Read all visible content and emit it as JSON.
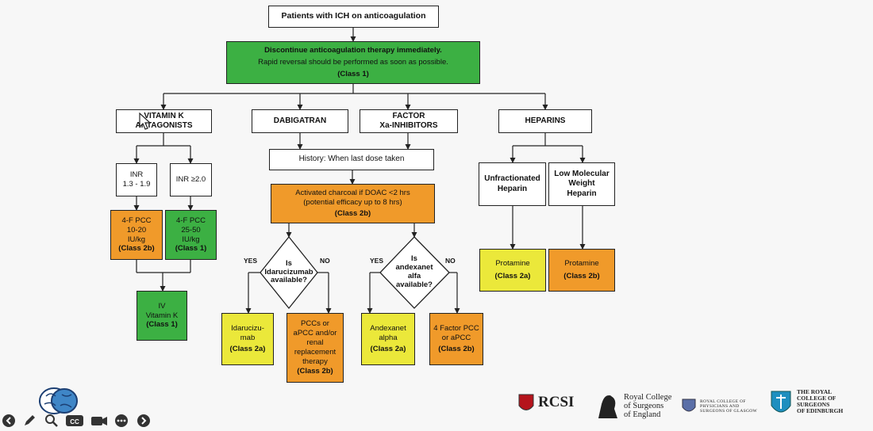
{
  "top": {
    "title": "Patients with ICH on anticoagulation"
  },
  "discontinue": {
    "line1": "Discontinue anticoagulation therapy immediately.",
    "line2": "Rapid reversal should be performed as soon as possible.",
    "cls": "(Class 1)"
  },
  "categories": {
    "vka": [
      "VITAMIN K",
      "ANTAGONISTS"
    ],
    "dabigatran": "DABIGATRAN",
    "factorxa": [
      "FACTOR",
      "Xa-INHIBITORS"
    ],
    "heparins": "HEPARINS"
  },
  "vka": {
    "inr_low": [
      "INR",
      "1.3 - 1.9"
    ],
    "inr_high": "INR ≥2.0",
    "pcc_low": [
      "4-F PCC",
      "10-20",
      "IU/kg",
      "(Class 2b)"
    ],
    "pcc_high": [
      "4-F PCC",
      "25-50",
      "IU/kg",
      "(Class 1)"
    ],
    "vitk": [
      "IV",
      "Vitamin K",
      "(Class 1)"
    ]
  },
  "doac": {
    "history": "History: When last dose taken",
    "charcoal": [
      "Activated charcoal if DOAC <2 hrs",
      "(potential efficacy up to 8 hrs)",
      "(Class 2b)"
    ]
  },
  "decisions": {
    "idarucizumab_q": [
      "Is",
      "Idarucizumab",
      "available?"
    ],
    "andexanet_q": [
      "Is",
      "andexanet",
      "alfa",
      "available?"
    ],
    "yes": "YES",
    "no": "NO"
  },
  "outcomes": {
    "idarucizumab": [
      "Idarucizu-",
      "mab",
      "(Class 2a)"
    ],
    "pcc_renal": [
      "PCCs or",
      "aPCC and/or",
      "renal",
      "replacement",
      "therapy",
      "(Class 2b)"
    ],
    "andexanet": [
      "Andexanet",
      "alpha",
      "(Class 2a)"
    ],
    "four_factor": [
      "4 Factor PCC",
      "or aPCC",
      "(Class 2b)"
    ]
  },
  "heparins": {
    "unfractionated": [
      "Unfractionated",
      "Heparin"
    ],
    "lmwh": [
      "Low Molecular",
      "Weight",
      "Heparin"
    ],
    "protamine_ufh": [
      "Protamine",
      "(Class 2a)"
    ],
    "protamine_lmwh": [
      "Protamine",
      "(Class 2b)"
    ]
  },
  "colors": {
    "green": "#3cb043",
    "orange": "#f09a2a",
    "yellow": "#ebe83a"
  },
  "logos": {
    "rcsi": "RCSI",
    "rcs_england": [
      "Royal College",
      "of Surgeons",
      "of England"
    ],
    "rcps_glasgow": [
      "ROYAL COLLEGE OF",
      "PHYSICIANS AND",
      "SURGEONS OF GLASGOW"
    ],
    "rcs_edinburgh": [
      "THE ROYAL",
      "COLLEGE OF",
      "SURGEONS",
      "OF EDINBURGH"
    ]
  },
  "toolbar_icons": [
    "back-arrow-icon",
    "pen-icon",
    "zoom-icon",
    "captions-icon",
    "camera-icon",
    "more-icon",
    "forward-arrow-icon"
  ]
}
